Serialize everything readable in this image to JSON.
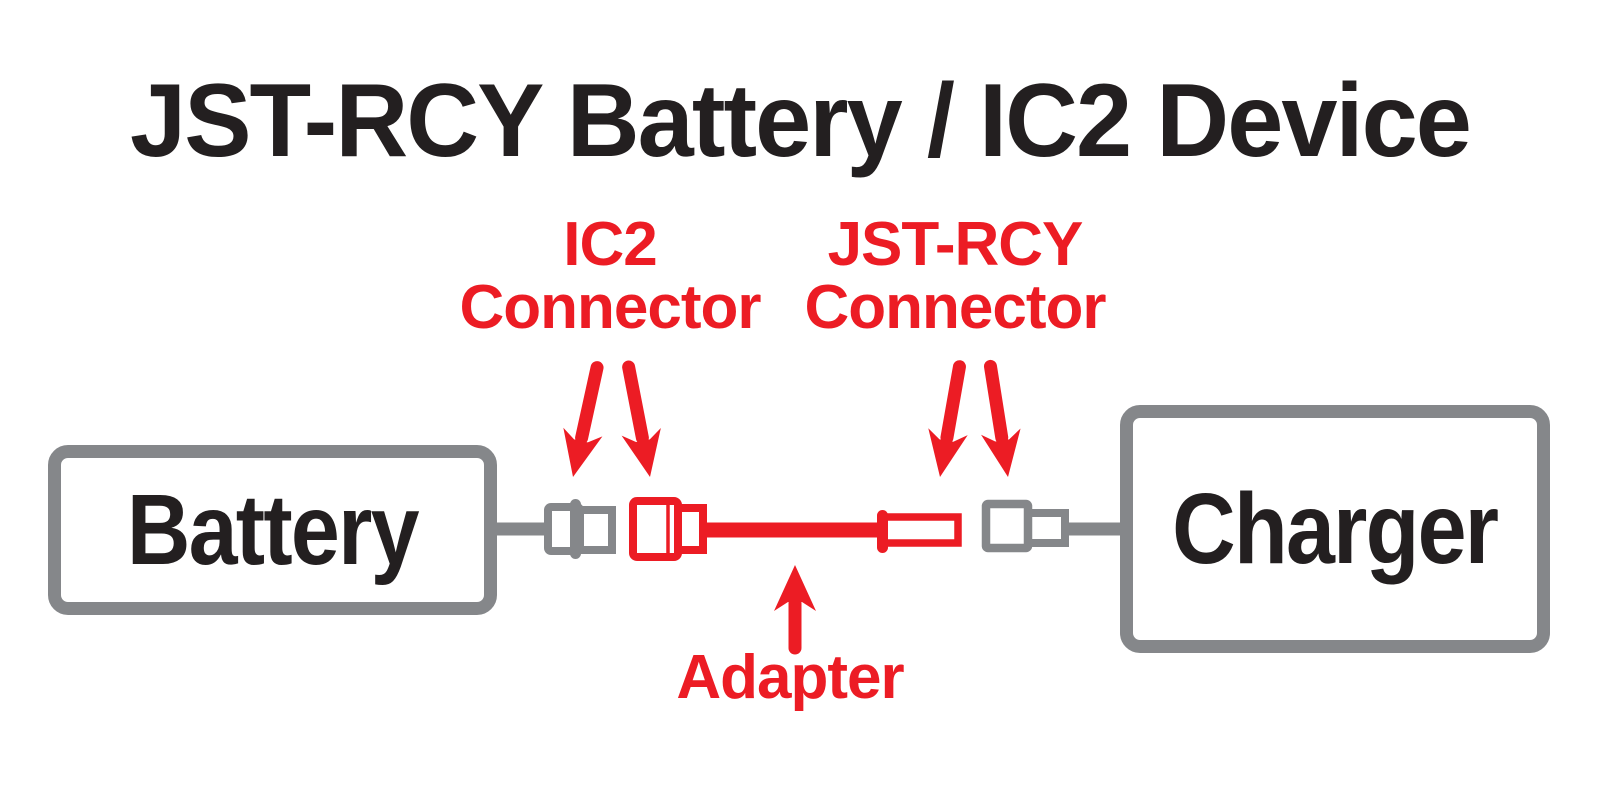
{
  "title": "JST-RCY Battery / IC2 Device",
  "diagram": {
    "battery_label": "Battery",
    "charger_label": "Charger",
    "adapter_label": "Adapter",
    "ic2_label": {
      "line1": "IC2",
      "line2": "Connector"
    },
    "jst_label": {
      "line1": "JST-RCY",
      "line2": "Connector"
    }
  },
  "colors": {
    "red": "#EC1C24",
    "gray": "#85878A",
    "black": "#231F20",
    "bg": "#FFFFFF"
  }
}
